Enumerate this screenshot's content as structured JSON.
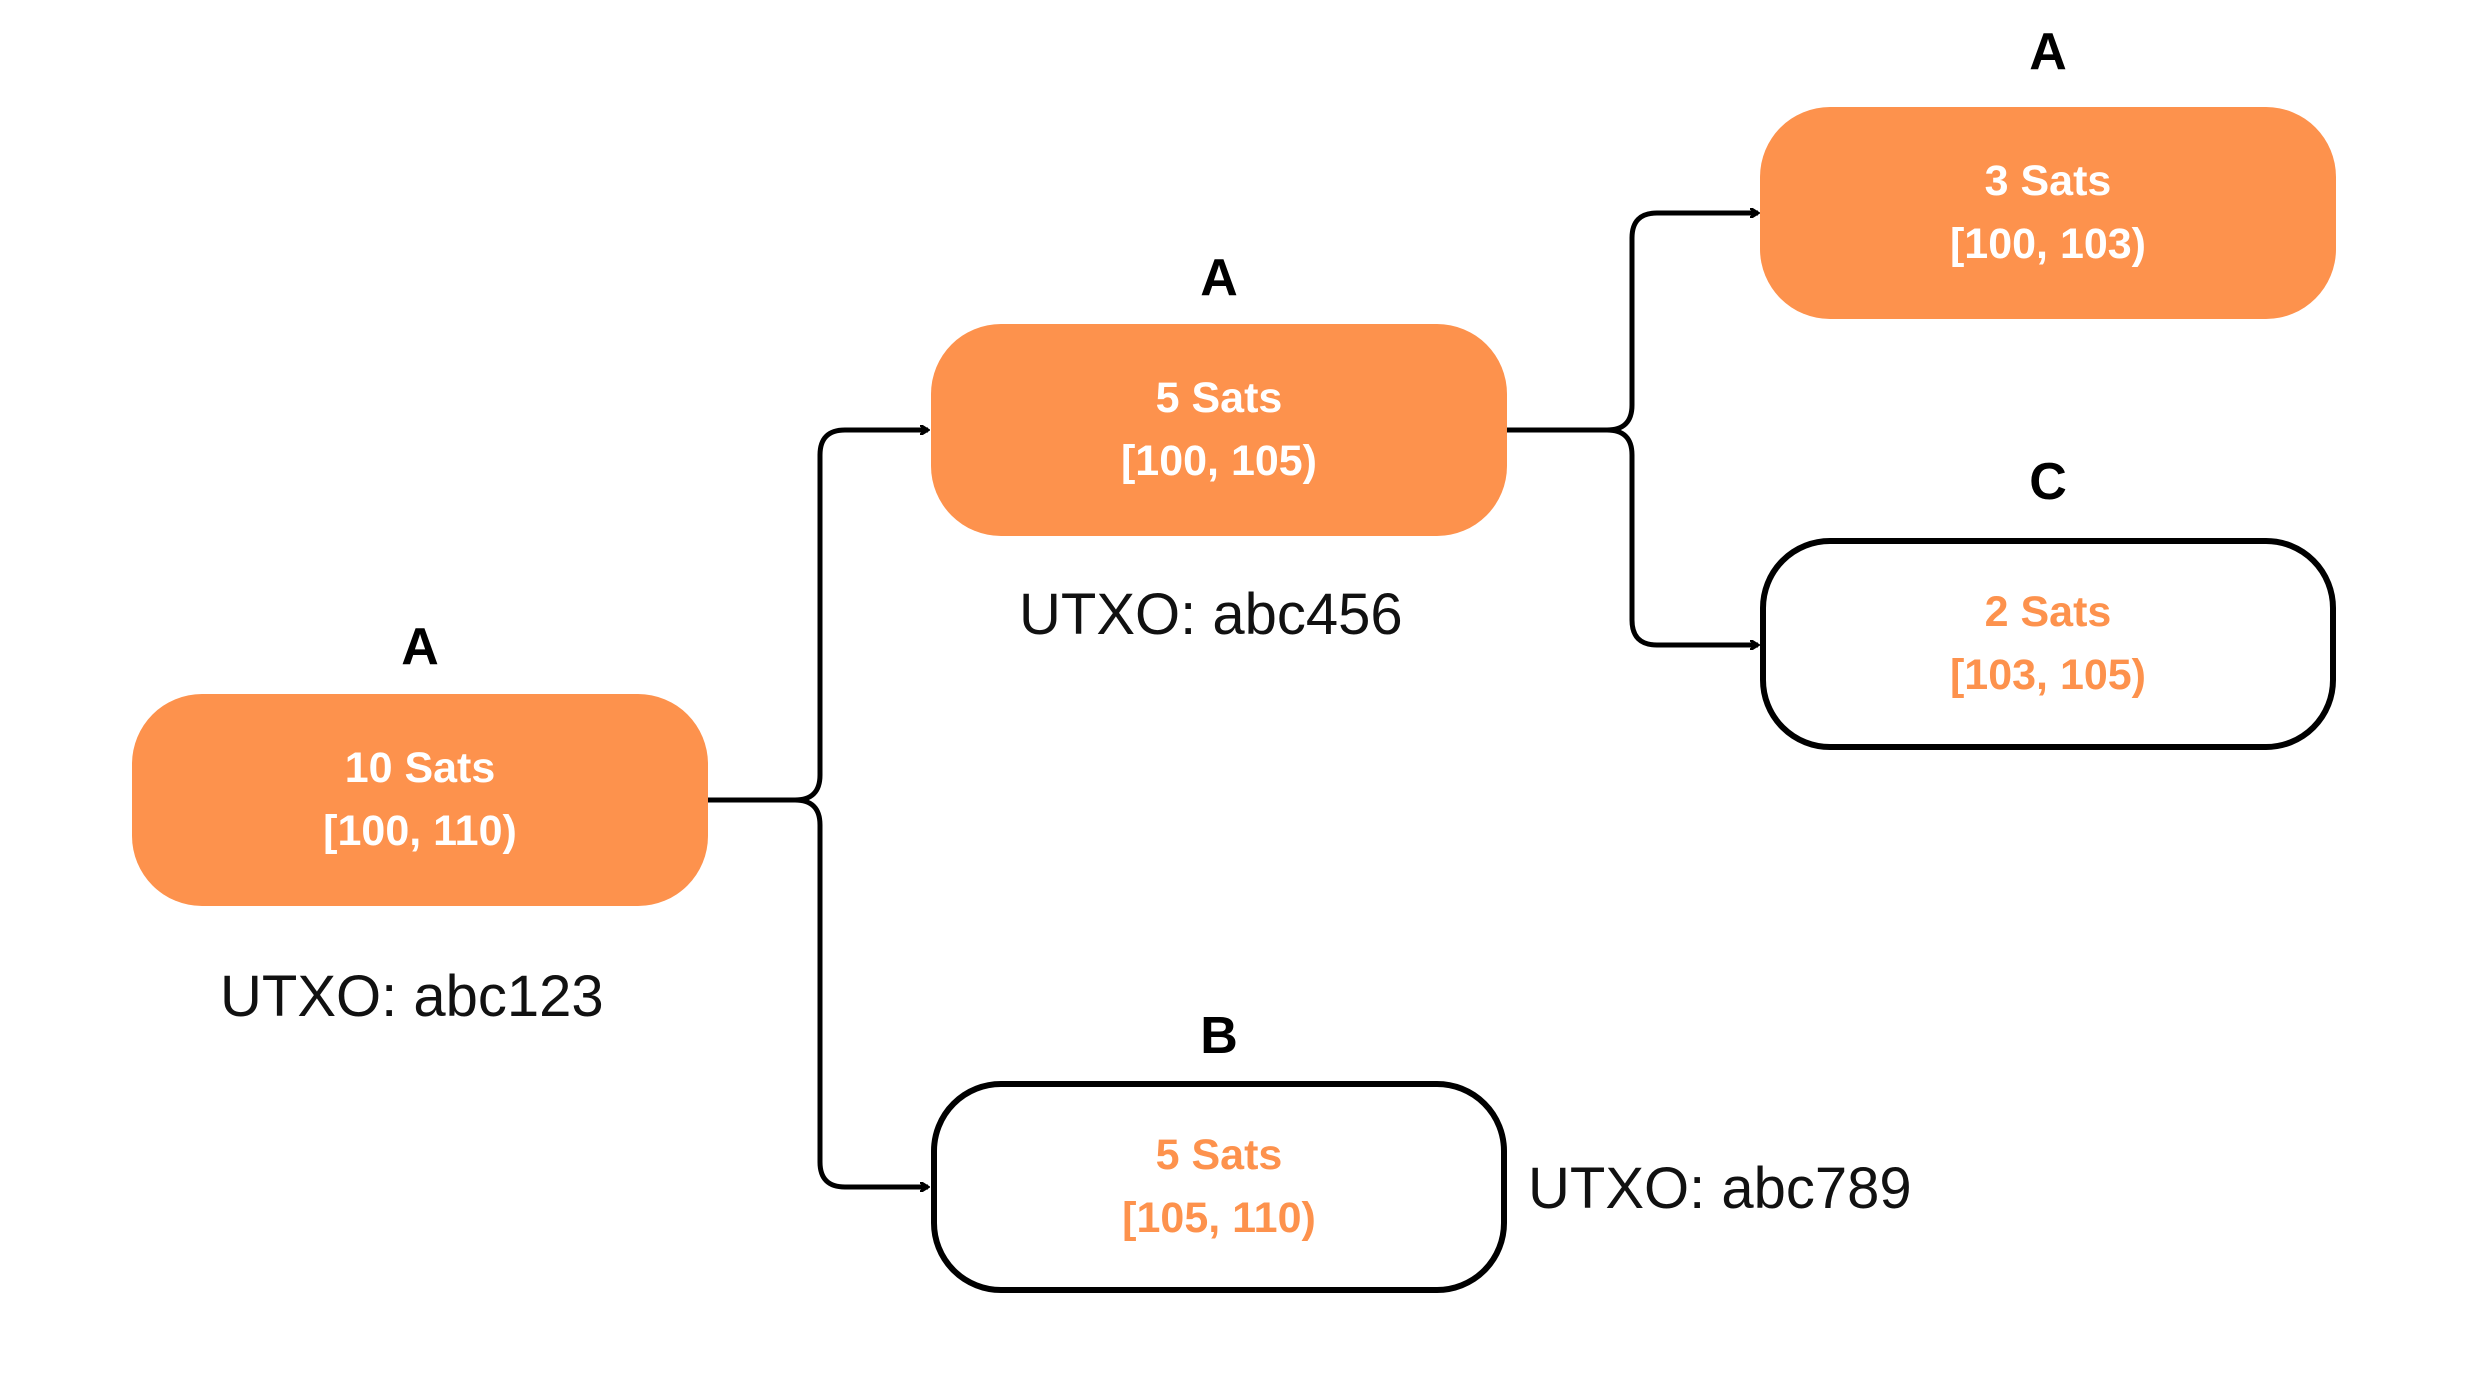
{
  "colors": {
    "accent": "#fd924d",
    "stroke": "#000000",
    "outline_fill": "#ffffff"
  },
  "nodes": {
    "root": {
      "owner": "A",
      "sats": "10 Sats",
      "range": "[100, 110)",
      "style": "filled"
    },
    "mid_a": {
      "owner": "A",
      "sats": "5 Sats",
      "range": "[100, 105)",
      "style": "filled"
    },
    "low_b": {
      "owner": "B",
      "sats": "5 Sats",
      "range": "[105, 110)",
      "style": "outline"
    },
    "top_a": {
      "owner": "A",
      "sats": "3 Sats",
      "range": "[100, 103)",
      "style": "filled"
    },
    "right_c": {
      "owner": "C",
      "sats": "2 Sats",
      "range": "[103, 105)",
      "style": "outline"
    }
  },
  "utxo_labels": {
    "root": "UTXO: abc123",
    "mid_a": "UTXO: abc456",
    "low_b": "UTXO: abc789"
  }
}
